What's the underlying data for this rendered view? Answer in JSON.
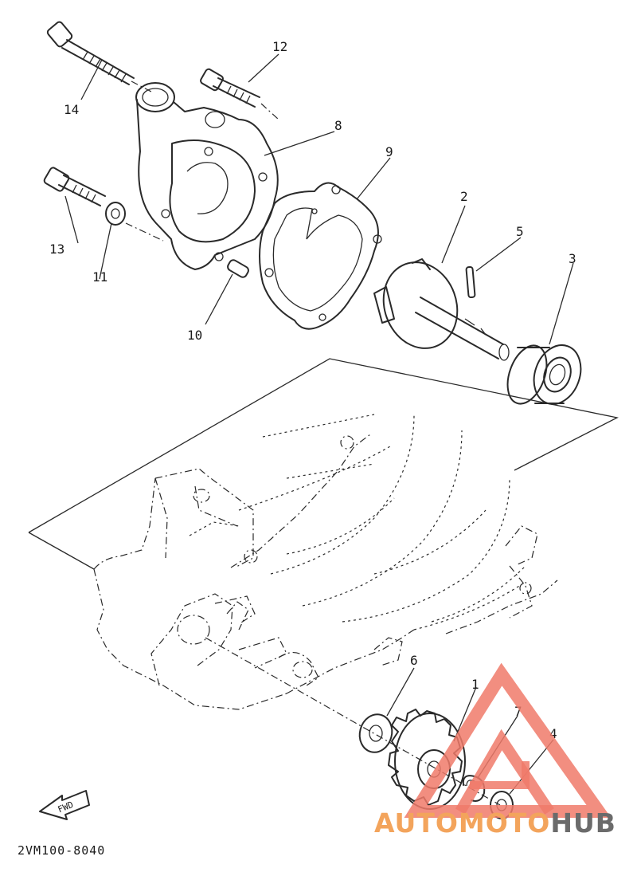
{
  "diagram": {
    "callouts": [
      {
        "id": "1",
        "label": "1"
      },
      {
        "id": "2",
        "label": "2"
      },
      {
        "id": "3",
        "label": "3"
      },
      {
        "id": "4",
        "label": "4"
      },
      {
        "id": "5",
        "label": "5"
      },
      {
        "id": "6",
        "label": "6"
      },
      {
        "id": "7",
        "label": "7"
      },
      {
        "id": "8",
        "label": "8"
      },
      {
        "id": "9",
        "label": "9"
      },
      {
        "id": "10",
        "label": "10"
      },
      {
        "id": "11",
        "label": "11"
      },
      {
        "id": "12",
        "label": "12"
      },
      {
        "id": "13",
        "label": "13"
      },
      {
        "id": "14",
        "label": "14"
      }
    ],
    "fwd_label": "FWD",
    "drawing_code": "2VM100-8040"
  },
  "watermark": {
    "text_part1": "AUTOMOTO",
    "text_part2": "HUB",
    "colors": {
      "accent": "#f07a6a",
      "orange": "#f3a45c",
      "gray": "#6b6b6b"
    }
  }
}
